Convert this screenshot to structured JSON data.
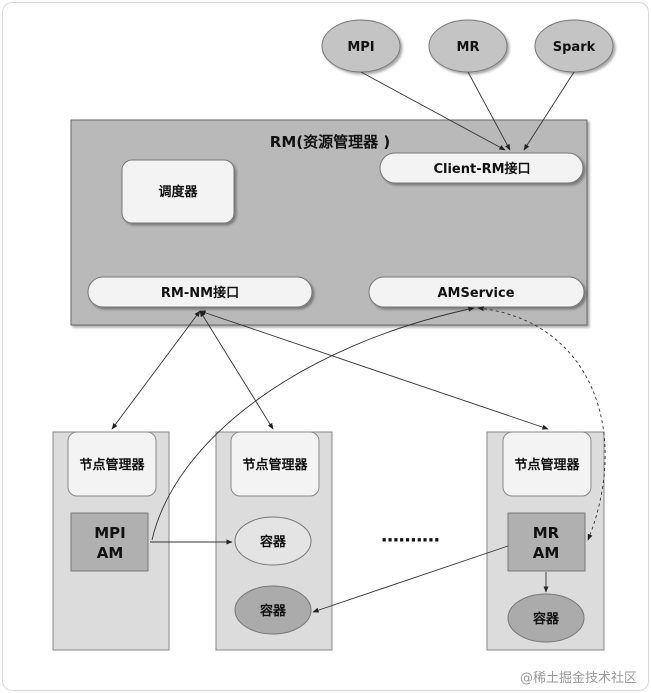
{
  "rm": {
    "title": "RM(资源管理器 )"
  },
  "scheduler": {
    "label": "调度器"
  },
  "client_rm": {
    "label": "Client-RM接口"
  },
  "rm_nm": {
    "label": "RM-NM接口"
  },
  "amservice": {
    "label": "AMService"
  },
  "clients": [
    {
      "label": "MPI"
    },
    {
      "label": "MR"
    },
    {
      "label": "Spark"
    }
  ],
  "nodes": [
    {
      "manager_label": "节点管理器"
    },
    {
      "manager_label": "节点管理器"
    },
    {
      "manager_label": "节点管理器"
    }
  ],
  "mpi_am": {
    "line1": "MPI",
    "line2": "AM"
  },
  "mr_am": {
    "line1": "MR",
    "line2": "AM"
  },
  "containers": [
    {
      "label": "容器"
    },
    {
      "label": "容器"
    },
    {
      "label": "容器"
    }
  ],
  "ellipsis": "··········",
  "watermark": "@稀土掘金技术社区",
  "colors": {
    "rm_fill": "#b9b9b9",
    "node_fill": "#dcdcdc",
    "light_fill": "#f3f3f3",
    "am_fill": "#b0b0b0",
    "client_fill": "#c4c4c4",
    "container_light": "#e4e4e4",
    "container_dark": "#ababab"
  }
}
